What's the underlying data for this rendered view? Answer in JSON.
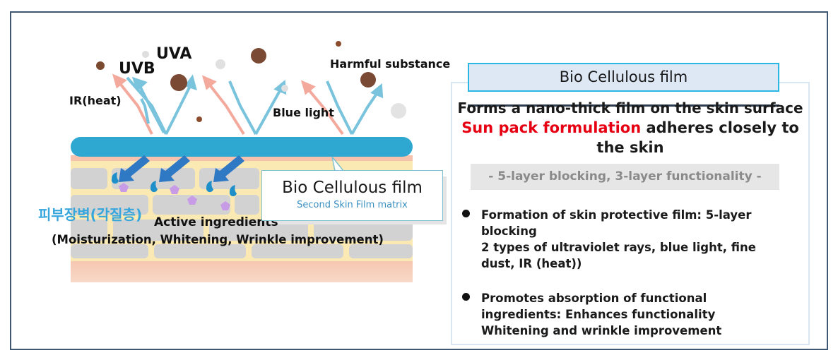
{
  "diagram": {
    "labels": {
      "uva": "UVA",
      "uvb": "UVB",
      "harmful": "Harmful substance",
      "ir": "IR(heat)",
      "blue_light": "Blue light",
      "korean_barrier": "피부장벽(각질층)",
      "active_title": "Active ingredients",
      "active_detail": "(Moisturization, Whitening, Wrinkle improvement)"
    },
    "callout": {
      "title": "Bio Cellulous film",
      "subtitle": "Second Skin Film matrix"
    },
    "colors": {
      "film": "#2ea7d1",
      "skin_band": "#f4c4ac",
      "cells": "#cfcfcf",
      "mortar": "#fbe9b4",
      "uv_arrow": "#79c3dd",
      "ir_arrow": "#f4a99d",
      "active_arrow": "#2f78c4",
      "ingredient_drop": "#1f8fc9",
      "ingredient_pentagon": "#c79be6"
    }
  },
  "panel": {
    "title": "Bio Cellulous film",
    "headline_line1": "Forms a nano-thick film on the skin surface",
    "headline_red": "Sun pack formulation",
    "headline_rest": " adheres closely to",
    "headline_line3": "the skin",
    "subtitle": "- 5-layer blocking, 3-layer functionality -",
    "bullets": [
      {
        "line1": "Formation of skin protective film: 5-layer",
        "line2": "blocking",
        "line3": "2 types of ultraviolet rays, blue light, fine",
        "line4": "dust, IR (heat))"
      },
      {
        "line1": "Promotes absorption of functional",
        "line2": "ingredients: Enhances functionality",
        "line3": "Whitening and wrinkle improvement"
      }
    ]
  }
}
